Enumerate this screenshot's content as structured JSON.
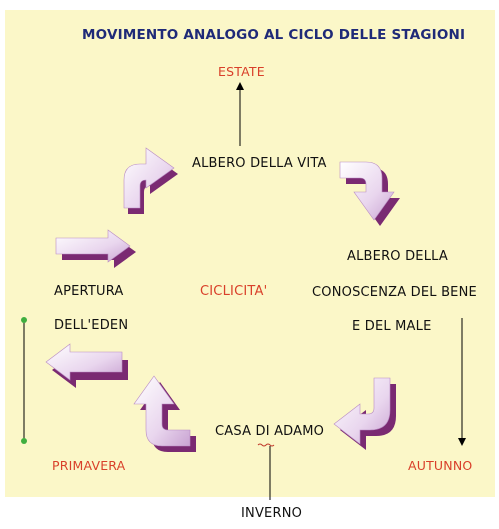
{
  "title": "MOVIMENTO ANALOGO AL CICLO DELLE STAGIONI",
  "seasons": {
    "summer": "ESTATE",
    "spring": "PRIMAVERA",
    "autumn": "AUTUNNO",
    "winter": "INVERNO"
  },
  "nodes": {
    "top": "ALBERO DELLA VITA",
    "right_line1": "ALBERO DELLA",
    "right_line2": "CONOSCENZA DEL BENE",
    "right_line3": "E DEL MALE",
    "bottom": "CASA DI ADAMO",
    "left_line1": "APERTURA",
    "left_line2": "DELL'EDEN"
  },
  "center": "CICLICITA'",
  "colors": {
    "background": "#fbf7c8",
    "title": "#1f2a78",
    "season": "#d9402a",
    "arrow_light": "#f3e6f5",
    "arrow_dark": "#7a2a72",
    "connector_green": "#3fae3f"
  }
}
